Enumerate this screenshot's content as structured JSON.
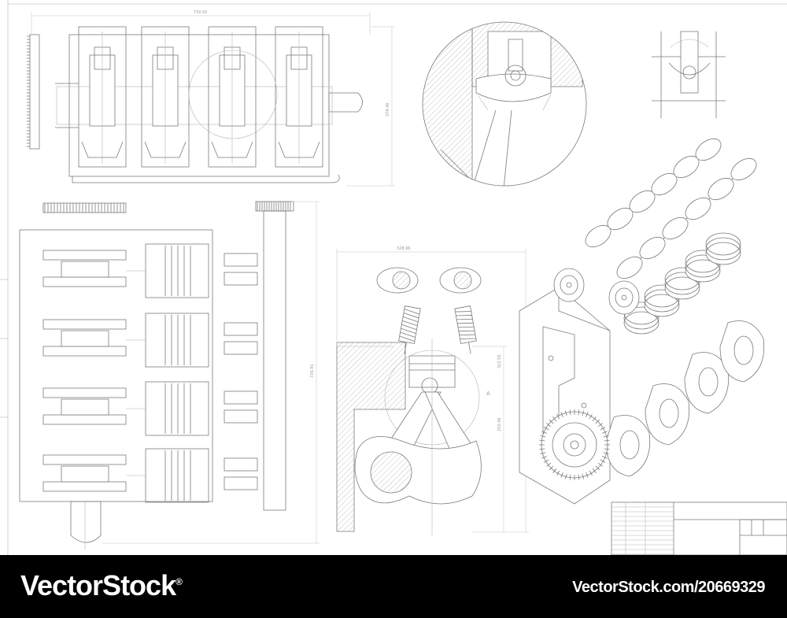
{
  "dimensions": {
    "top_width": "730.91",
    "top_height": "378.46",
    "plan_height": "726.91",
    "section_width": "328.96",
    "section_height_1": "322.56",
    "section_height_2": "250.46"
  },
  "labels": {
    "section_marker": "A"
  },
  "watermark": {
    "brand": "VectorStock",
    "registered": "®",
    "credit": "VectorStock.com/20669329"
  },
  "colors": {
    "line": "#7a7a7a",
    "light_line": "#b5b5b5",
    "banner_bg": "#000000",
    "banner_text": "#ffffff"
  }
}
